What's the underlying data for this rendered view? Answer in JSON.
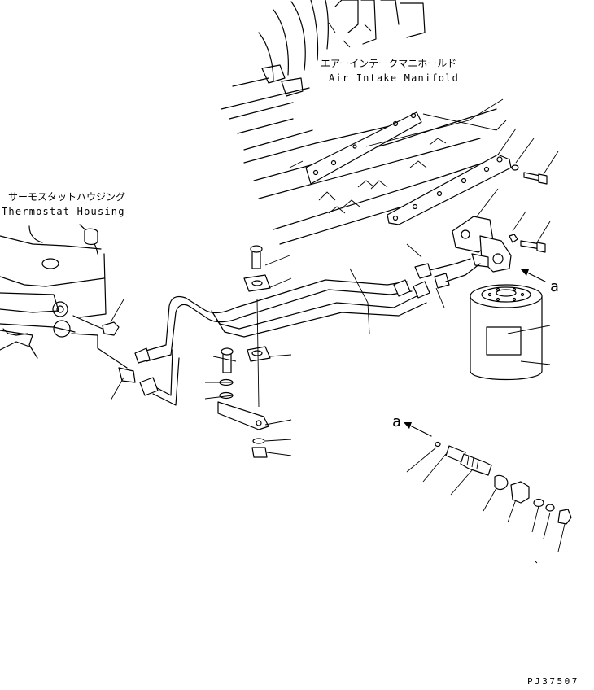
{
  "labels": {
    "manifold_jp": "エアーインテークマニホールド",
    "manifold_en": "Air Intake Manifold",
    "thermostat_jp": "サーモスタットハウジング",
    "thermostat_en": "Thermostat Housing"
  },
  "refs": {
    "a_upper": "a",
    "a_lower": "a"
  },
  "drawing_code": "PJ37507",
  "colors": {
    "line": "#000000",
    "background": "#ffffff"
  }
}
